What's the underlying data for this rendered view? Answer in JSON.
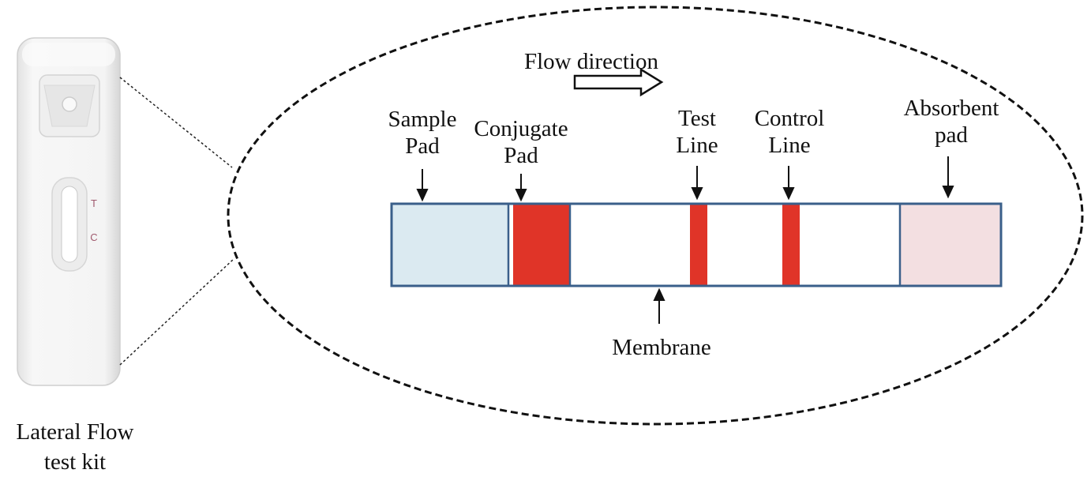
{
  "kit": {
    "caption_line1": "Lateral Flow",
    "caption_line2": "test kit",
    "test_mark": "T",
    "control_mark": "C"
  },
  "flow": {
    "label": "Flow direction"
  },
  "labels": {
    "sample_pad": [
      "Sample",
      "Pad"
    ],
    "conjugate_pad": [
      "Conjugate",
      "Pad"
    ],
    "test_line": [
      "Test",
      "Line"
    ],
    "control_line": [
      "Control",
      "Line"
    ],
    "absorbent_pad": [
      "Absorbent",
      "pad"
    ],
    "membrane": "Membrane"
  },
  "colors": {
    "strip_border": "#3a5f8a",
    "sample_pad": "#dbeaf1",
    "conjugate_pad": "#e03428",
    "line_red": "#e03428",
    "absorbent_pad": "#f3dfe1",
    "kit_mark": "#a05a6e"
  }
}
